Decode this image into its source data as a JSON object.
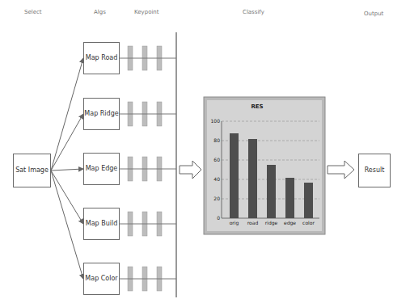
{
  "diagram": {
    "nodes": [
      {
        "text": [
          "Sat Image"
        ]
      },
      {
        "text": [
          "Map Road"
        ]
      },
      {
        "text": [
          "Map Ridge"
        ]
      },
      {
        "text": [
          "Map Edge"
        ]
      },
      {
        "text": [
          "Map Build"
        ]
      },
      {
        "text": [
          "Map Color"
        ]
      },
      {
        "text": [
          "Result"
        ]
      }
    ],
    "edges": [
      {
        "from": 0,
        "to": 1,
        "arrow": "to"
      },
      {
        "from": 0,
        "to": 2,
        "arrow": "to"
      },
      {
        "from": 0,
        "to": 3,
        "arrow": "to"
      },
      {
        "from": 0,
        "to": 4,
        "arrow": "to"
      },
      {
        "from": 0,
        "to": 5,
        "arrow": "to"
      }
    ],
    "labels": [
      "Select",
      "Algs",
      "Keypoint",
      "Classify",
      "Output",
      "RES",
      "100",
      "80",
      "60",
      "40",
      "20",
      "0",
      "orig",
      "road",
      "ridge",
      "edge",
      "color"
    ]
  }
}
